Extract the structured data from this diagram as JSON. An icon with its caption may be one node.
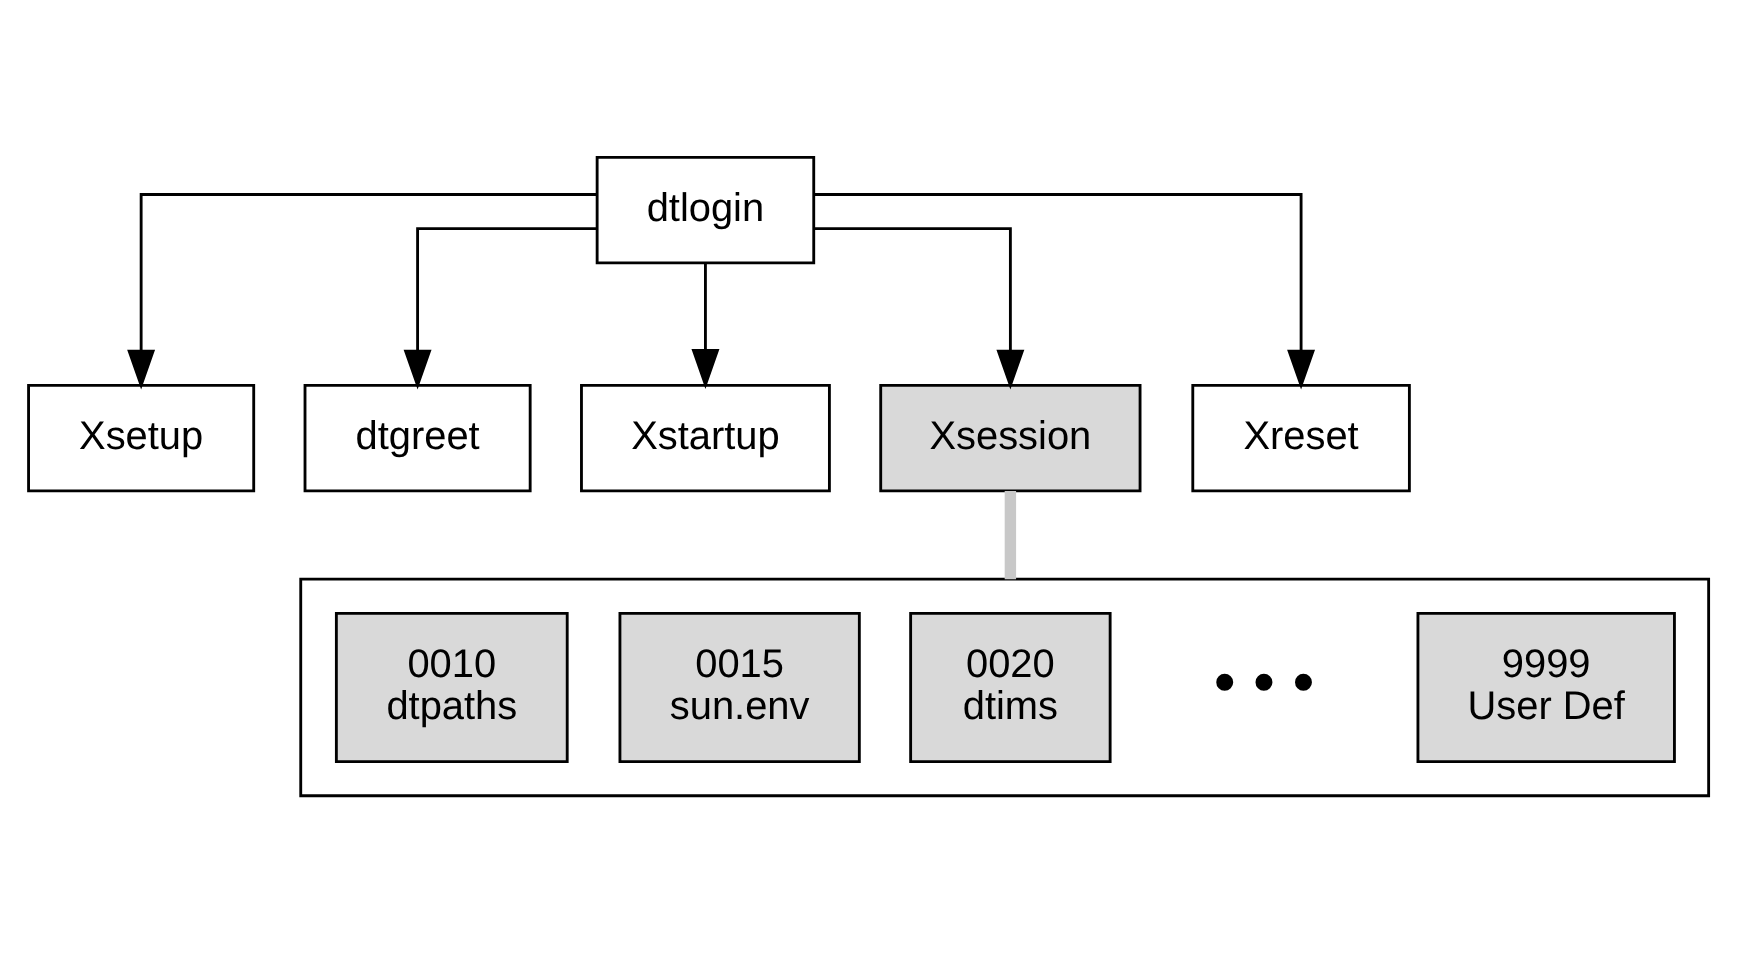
{
  "diagram": {
    "nodes": [
      {
        "text": [
          "dtlogin"
        ]
      },
      {
        "text": [
          "Xsetup"
        ]
      },
      {
        "text": [
          "dtgreet"
        ]
      },
      {
        "text": [
          "Xstartup"
        ]
      },
      {
        "text": [
          "Xsession"
        ]
      },
      {
        "text": [
          "Xreset"
        ]
      },
      {
        "text": [],
        "shape": "box"
      },
      {
        "text": [
          "0010",
          "dtpaths"
        ],
        "in": 6
      },
      {
        "text": [
          "0015",
          "sun.env"
        ],
        "in": 6
      },
      {
        "text": [
          "0020",
          "dtims"
        ],
        "in": 6
      },
      {
        "text": [
          "9999",
          "User Def"
        ],
        "in": 6
      }
    ],
    "edges": [
      {
        "from": 0,
        "to": 1,
        "arrow": "to"
      },
      {
        "from": 0,
        "to": 2,
        "arrow": "to"
      },
      {
        "from": 0,
        "to": 3,
        "arrow": "to"
      },
      {
        "from": 0,
        "to": 4,
        "arrow": "to"
      },
      {
        "from": 0,
        "to": 5,
        "arrow": "to"
      },
      {
        "from": 4,
        "to": 6,
        "arrow": "none",
        "style": "thick",
        "color": "#c8c8c8"
      }
    ],
    "labels": [
      "• • •"
    ]
  }
}
